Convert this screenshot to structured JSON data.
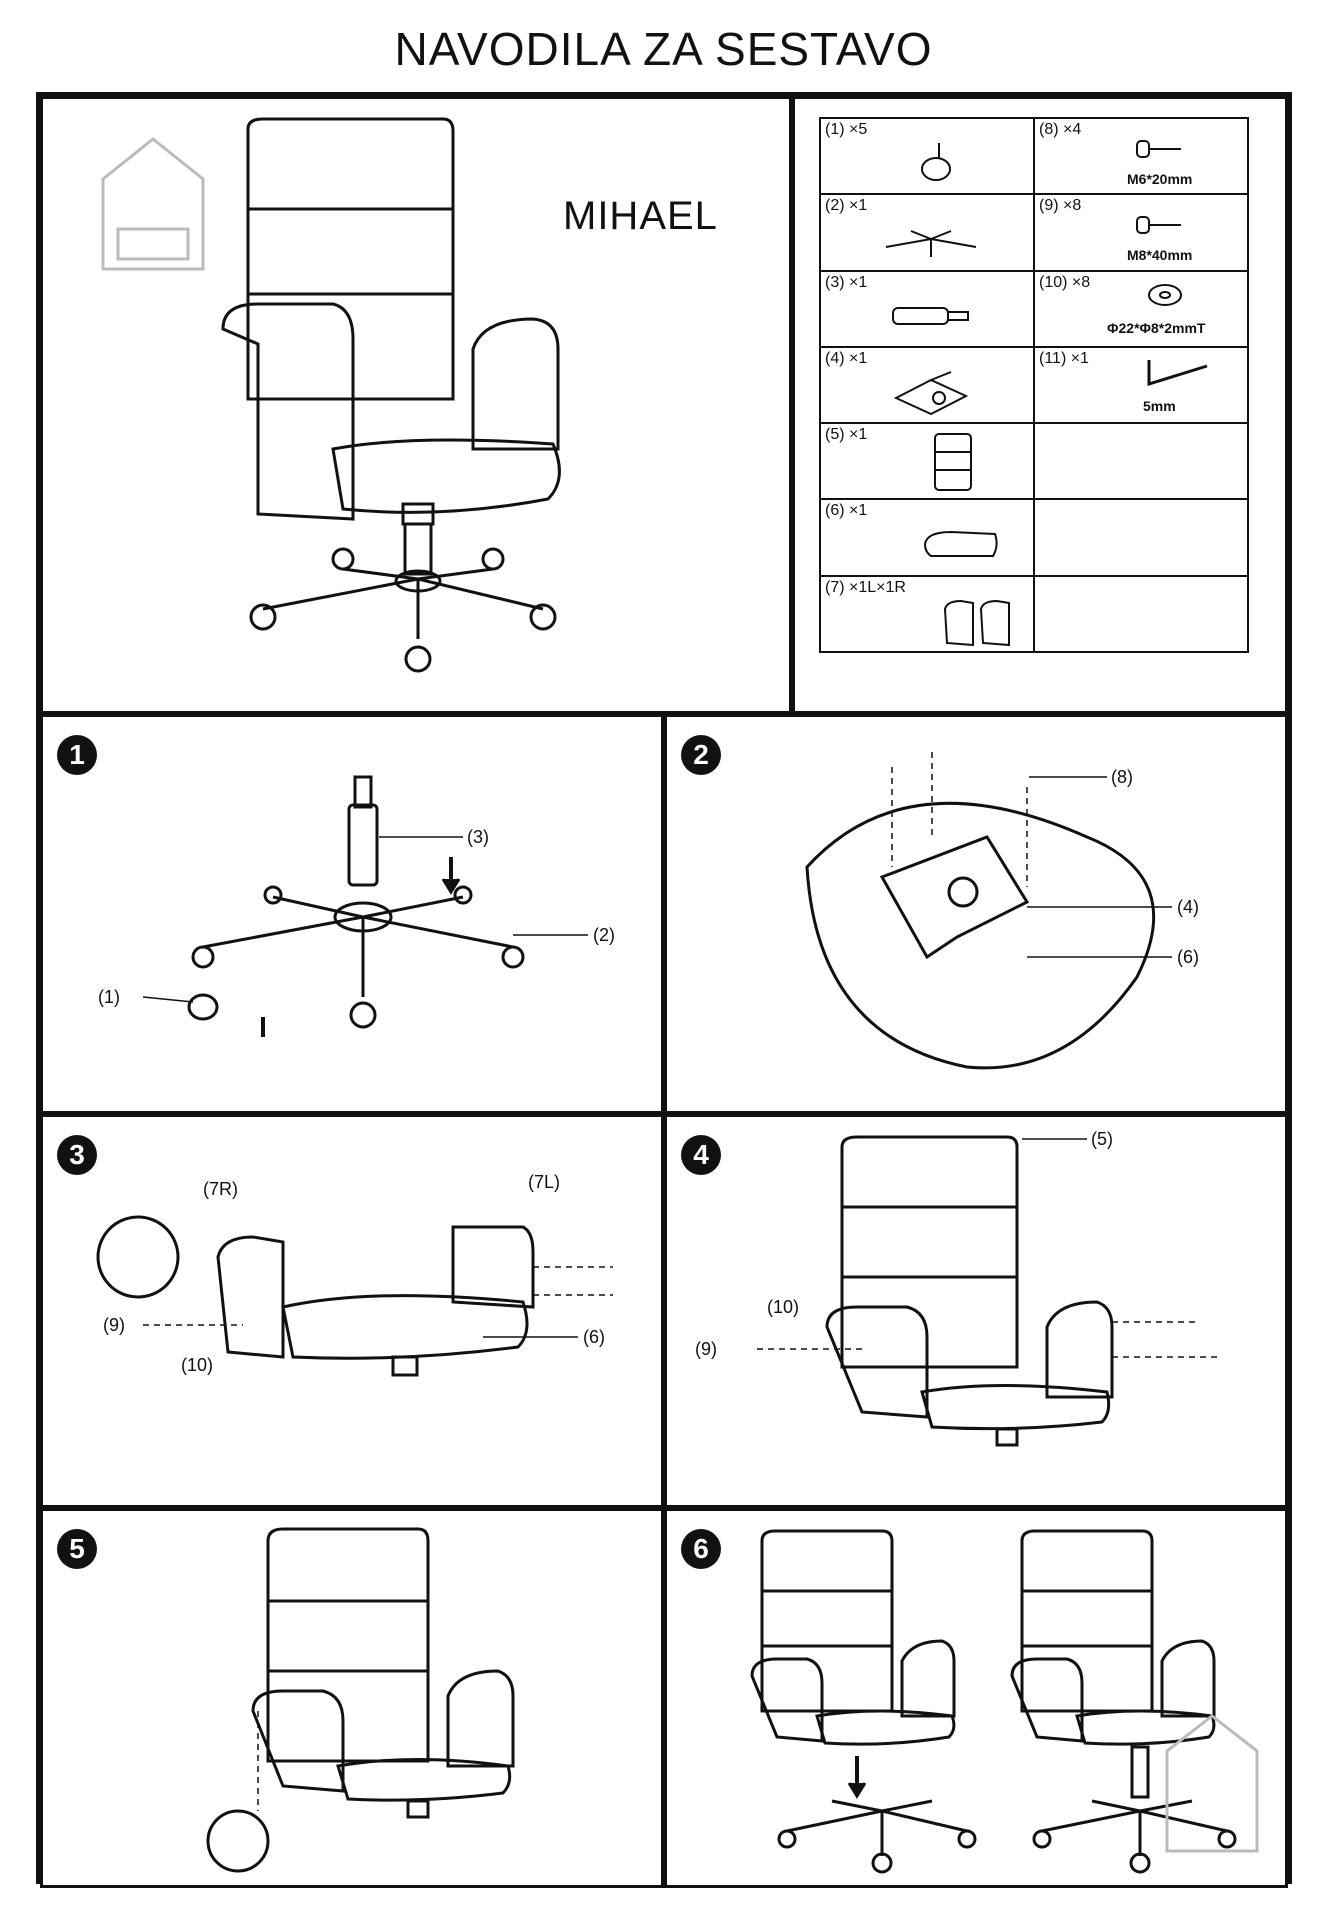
{
  "title": "NAVODILA ZA SESTAVO",
  "model": "MIHAEL",
  "parts": [
    {
      "label": "(1) ×5",
      "spec": "",
      "icon": "caster-wheel-icon"
    },
    {
      "label": "(8) ×4",
      "spec": "M6*20mm",
      "icon": "bolt-icon"
    },
    {
      "label": "(2) ×1",
      "spec": "",
      "icon": "star-base-icon"
    },
    {
      "label": "(9) ×8",
      "spec": "M8*40mm",
      "icon": "bolt-icon"
    },
    {
      "label": "(3) ×1",
      "spec": "",
      "icon": "gas-lift-icon"
    },
    {
      "label": "(10) ×8",
      "spec": "Φ22*Φ8*2mmT",
      "icon": "washer-icon"
    },
    {
      "label": "(4) ×1",
      "spec": "",
      "icon": "tilt-mechanism-icon"
    },
    {
      "label": "(11) ×1",
      "spec": "5mm",
      "icon": "hex-key-icon"
    },
    {
      "label": "(5) ×1",
      "spec": "",
      "icon": "backrest-icon"
    },
    {
      "label": "(6) ×1",
      "spec": "",
      "icon": "seat-icon"
    },
    {
      "label": "(7) ×1L×1R",
      "spec": "",
      "icon": "armrest-icon"
    }
  ],
  "steps": [
    {
      "number": "1",
      "callouts": [
        "(3)",
        "(2)",
        "(1)"
      ]
    },
    {
      "number": "2",
      "callouts": [
        "(8)",
        "(4)",
        "(6)"
      ]
    },
    {
      "number": "3",
      "callouts": [
        "(7R)",
        "(7L)",
        "(9)",
        "(10)",
        "(6)"
      ]
    },
    {
      "number": "4",
      "callouts": [
        "(5)",
        "(10)",
        "(9)"
      ]
    },
    {
      "number": "5",
      "callouts": []
    },
    {
      "number": "6",
      "callouts": []
    }
  ]
}
